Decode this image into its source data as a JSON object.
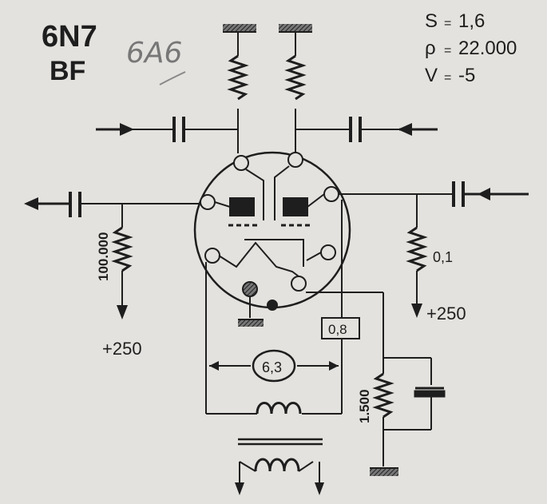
{
  "header": {
    "tube_type": "6N7",
    "service": "BF",
    "handwritten_note": "6A6"
  },
  "specs": [
    {
      "symbol": "S",
      "sep": "=",
      "value": "1,6"
    },
    {
      "symbol": "ρ",
      "sep": "=",
      "value": "22.000"
    },
    {
      "symbol": "V",
      "sep": "=",
      "value": "-5"
    }
  ],
  "components": {
    "left_grid_resistor": "100.000",
    "left_supply": "+250",
    "right_plate_resistor": "0,1",
    "right_supply": "+250",
    "heater_voltage": "6,3",
    "heater_current": "0,8",
    "cathode_resistor": "1.500"
  },
  "colors": {
    "ink": "#1e1e1e",
    "paper": "#e4e2de",
    "ground_hatch": "#555555",
    "pencil": "#777777"
  },
  "icons": [
    "ground-icon",
    "capacitor-icon",
    "resistor-icon",
    "coil-icon",
    "arrow-icon"
  ]
}
